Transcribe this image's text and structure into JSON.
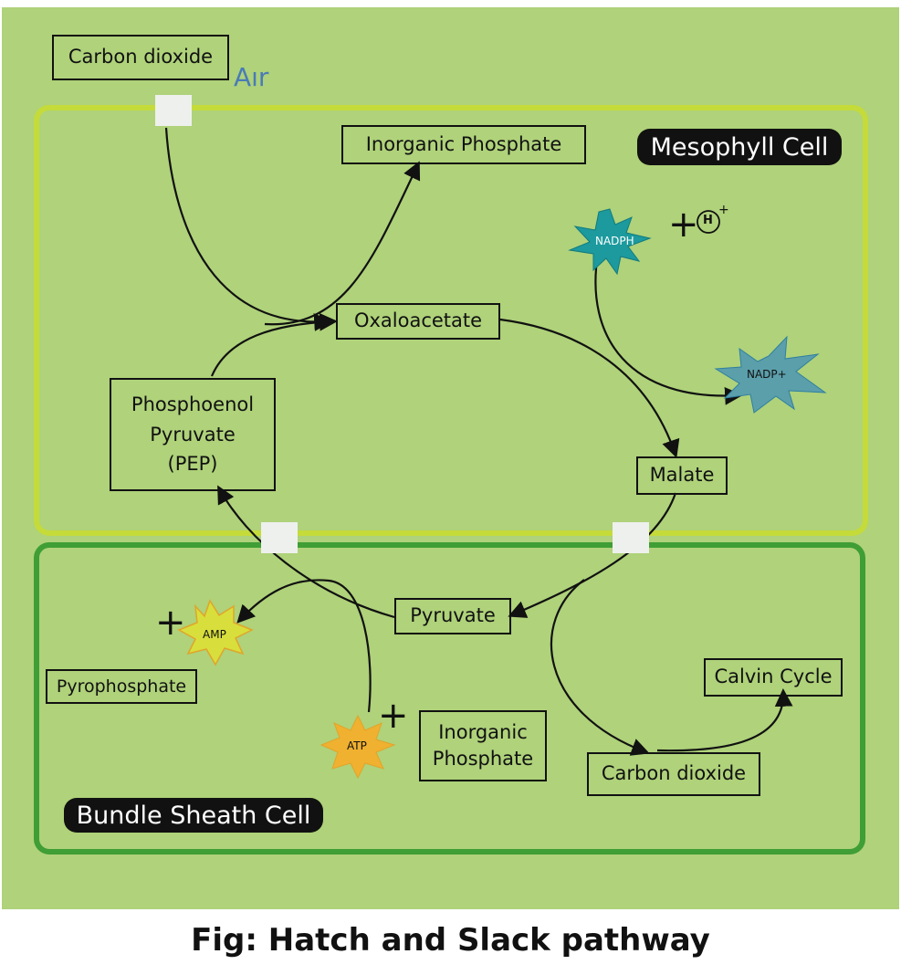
{
  "background_color": "#afd27a",
  "mesophyll_border_color": "#c5db3a",
  "bundle_border_color": "#3f9e35",
  "air_label": "Aır",
  "cells": {
    "mesophyll": "Mesophyll Cell",
    "bundle_sheath": "Bundle Sheath Cell"
  },
  "nodes": {
    "co2_air": "Carbon dioxide",
    "inorganic_phosphate_top": "Inorganic Phosphate",
    "oxaloacetate": "Oxaloacetate",
    "pep_line1": "Phosphoenol",
    "pep_line2": "Pyruvate",
    "pep_line3": "(PEP)",
    "malate": "Malate",
    "pyruvate": "Pyruvate",
    "pyrophosphate": "Pyrophosphate",
    "inorganic_phosphate_bottom_line1": "Inorganic",
    "inorganic_phosphate_bottom_line2": "Phosphate",
    "calvin_cycle": "Calvin Cycle",
    "co2_bundle": "Carbon dioxide"
  },
  "cofactors": {
    "nadph": "NADPH",
    "nadp": "NADP+",
    "h_ion": "H",
    "h_charge": "+",
    "amp": "AMP",
    "atp": "ATP",
    "plus": "+"
  },
  "colors": {
    "nadph": "#1c9a9e",
    "nadp": "#5b9fab",
    "amp": "#d8df3c",
    "atp": "#f0b030"
  },
  "caption": "Fig: Hatch and Slack pathway"
}
